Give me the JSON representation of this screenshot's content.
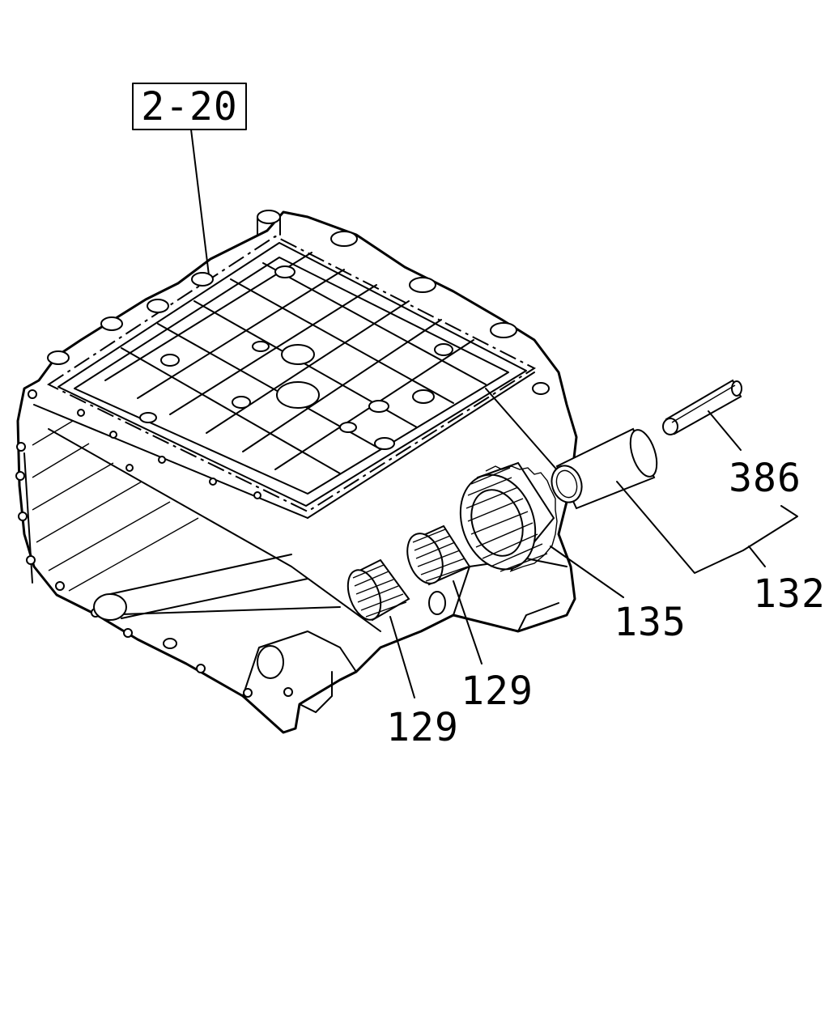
{
  "diagram": {
    "reference_box": "2-20",
    "callouts": {
      "c386": "386",
      "c132": "132",
      "c135": "135",
      "c129a": "129",
      "c129b": "129"
    }
  }
}
